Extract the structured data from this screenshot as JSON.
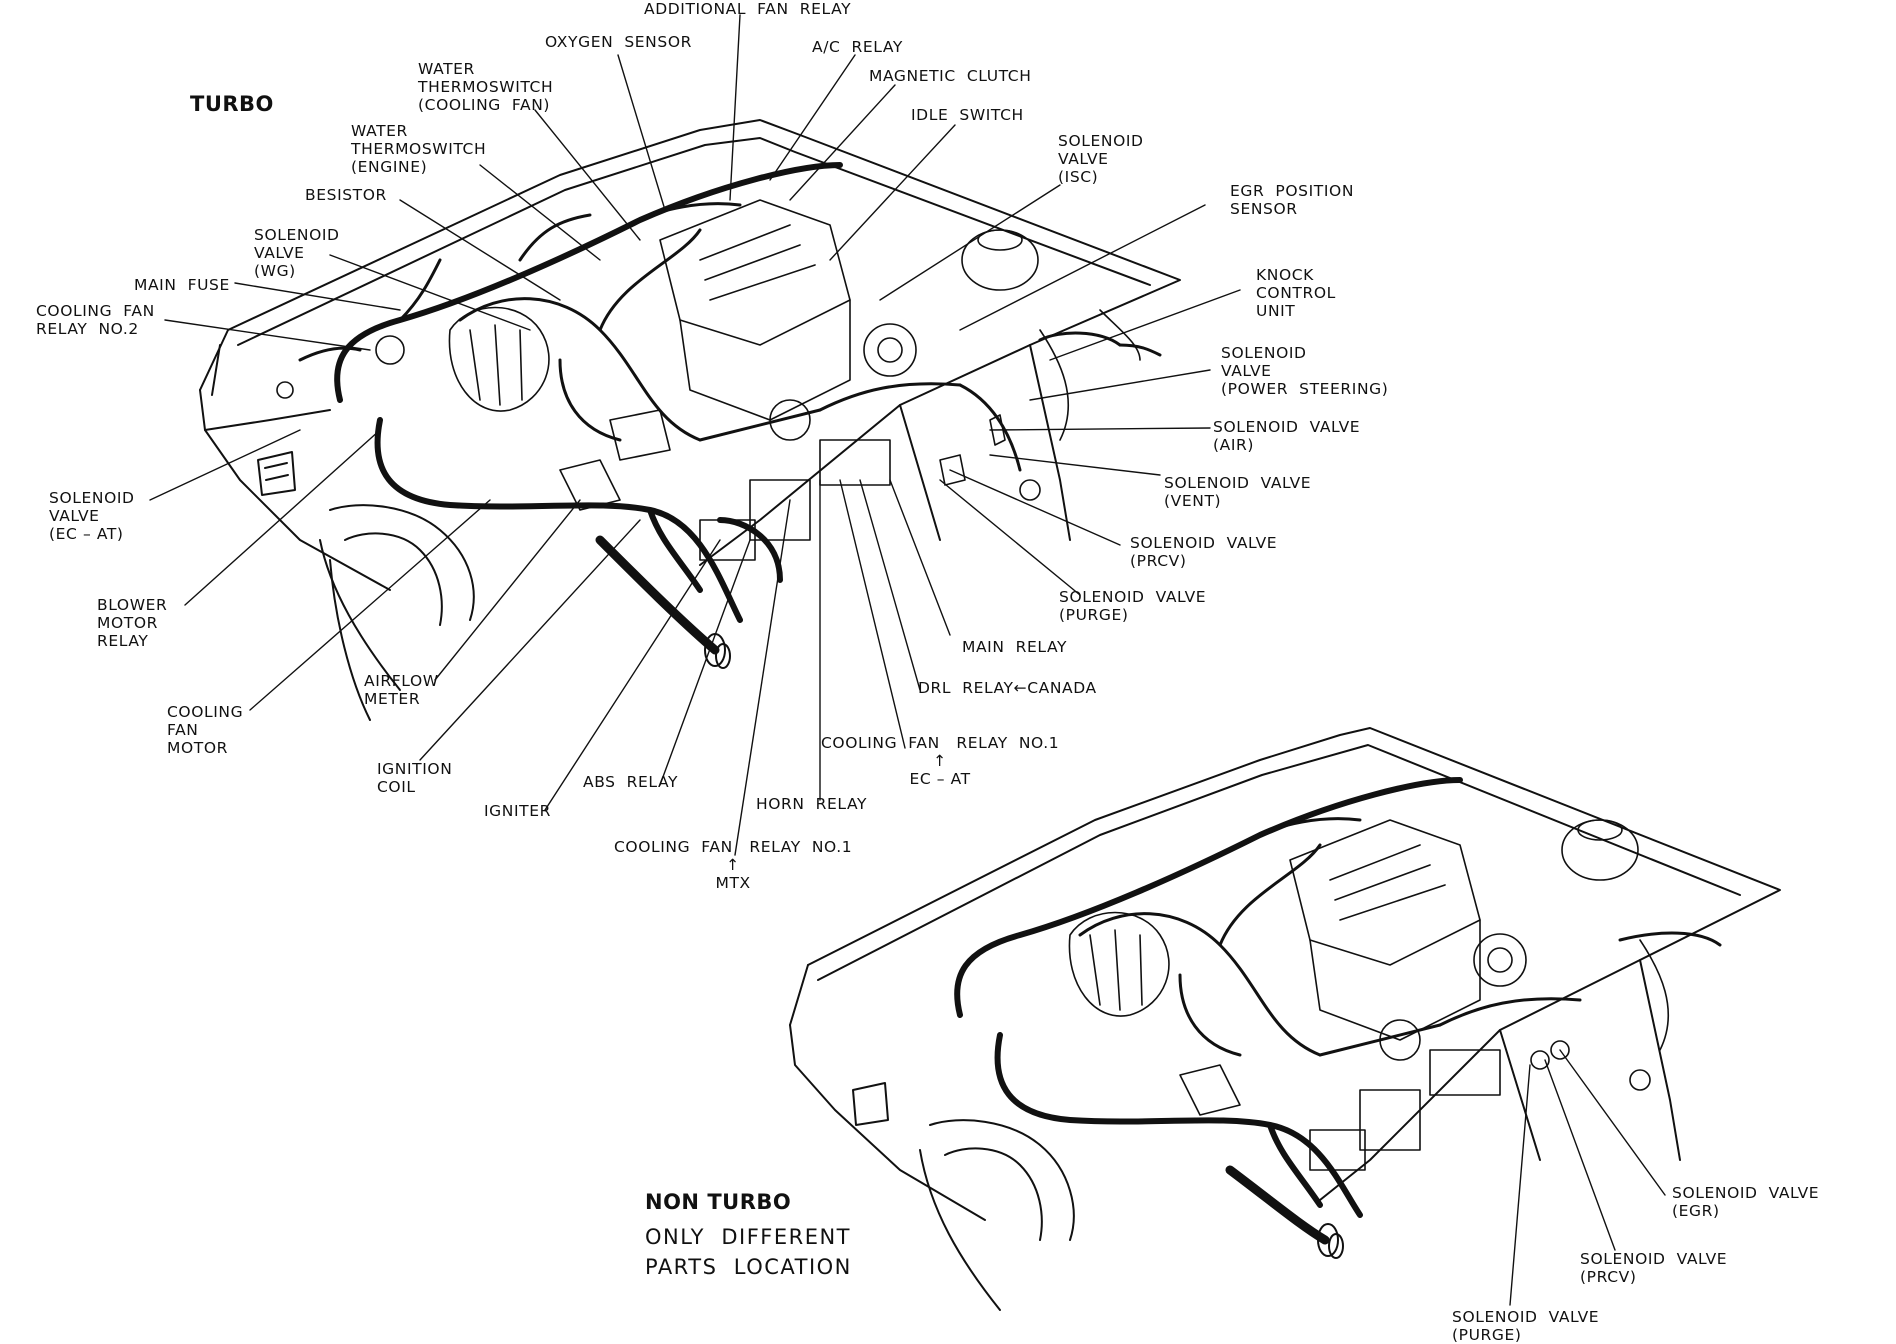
{
  "titles": {
    "turbo": "TURBO",
    "non_turbo": "NON TURBO",
    "non_turbo_note": "ONLY  DIFFERENT\nPARTS  LOCATION"
  },
  "turbo_labels": {
    "additional_fan_relay": "ADDITIONAL  FAN  RELAY",
    "oxygen_sensor": "OXYGEN  SENSOR",
    "ac_relay": "A/C  RELAY",
    "magnetic_clutch": "MAGNETIC  CLUTCH",
    "idle_switch": "IDLE  SWITCH",
    "water_thermoswitch_cooling_fan": "WATER\nTHERMOSWITCH\n(COOLING  FAN)",
    "water_thermoswitch_engine": "WATER\nTHERMOSWITCH\n(ENGINE)",
    "besistor": "BESISTOR",
    "solenoid_valve_wg": "SOLENOID\nVALVE\n(WG)",
    "main_fuse": "MAIN  FUSE",
    "cooling_fan_relay_no2": "COOLING  FAN\nRELAY  NO.2",
    "solenoid_valve_isc": "SOLENOID\nVALVE\n(ISC)",
    "egr_position_sensor": "EGR  POSITION\nSENSOR",
    "knock_control_unit": "KNOCK\nCONTROL\nUNIT",
    "solenoid_valve_power_steering": "SOLENOID\nVALVE\n(POWER  STEERING)",
    "solenoid_valve_air": "SOLENOID  VALVE\n(AIR)",
    "solenoid_valve_vent": "SOLENOID  VALVE\n(VENT)",
    "solenoid_valve_prcv": "SOLENOID  VALVE\n(PRCV)",
    "solenoid_valve_purge": "SOLENOID  VALVE\n(PURGE)",
    "main_relay": "MAIN  RELAY",
    "drl_relay": "DRL  RELAY←CANADA",
    "cooling_fan_relay_no1_ecat": "COOLING  FAN   RELAY  NO.1\n↑\nEC – AT",
    "horn_relay": "HORN  RELAY",
    "cooling_fan_relay_no1_mtx": "COOLING  FAN   RELAY  NO.1\n↑\nMTX",
    "abs_relay": "ABS  RELAY",
    "igniter": "IGNITER",
    "ignition_coil": "IGNITION\nCOIL",
    "airflow_meter": "AIRFLOW\nMETER",
    "cooling_fan_motor": "COOLING\nFAN\nMOTOR",
    "blower_motor_relay": "BLOWER\nMOTOR\nRELAY",
    "solenoid_valve_ec_at": "SOLENOID\nVALVE\n(EC – AT)"
  },
  "non_turbo_labels": {
    "solenoid_valve_egr": "SOLENOID  VALVE\n(EGR)",
    "solenoid_valve_prcv": "SOLENOID  VALVE\n(PRCV)",
    "solenoid_valve_purge": "SOLENOID  VALVE\n(PURGE)"
  }
}
